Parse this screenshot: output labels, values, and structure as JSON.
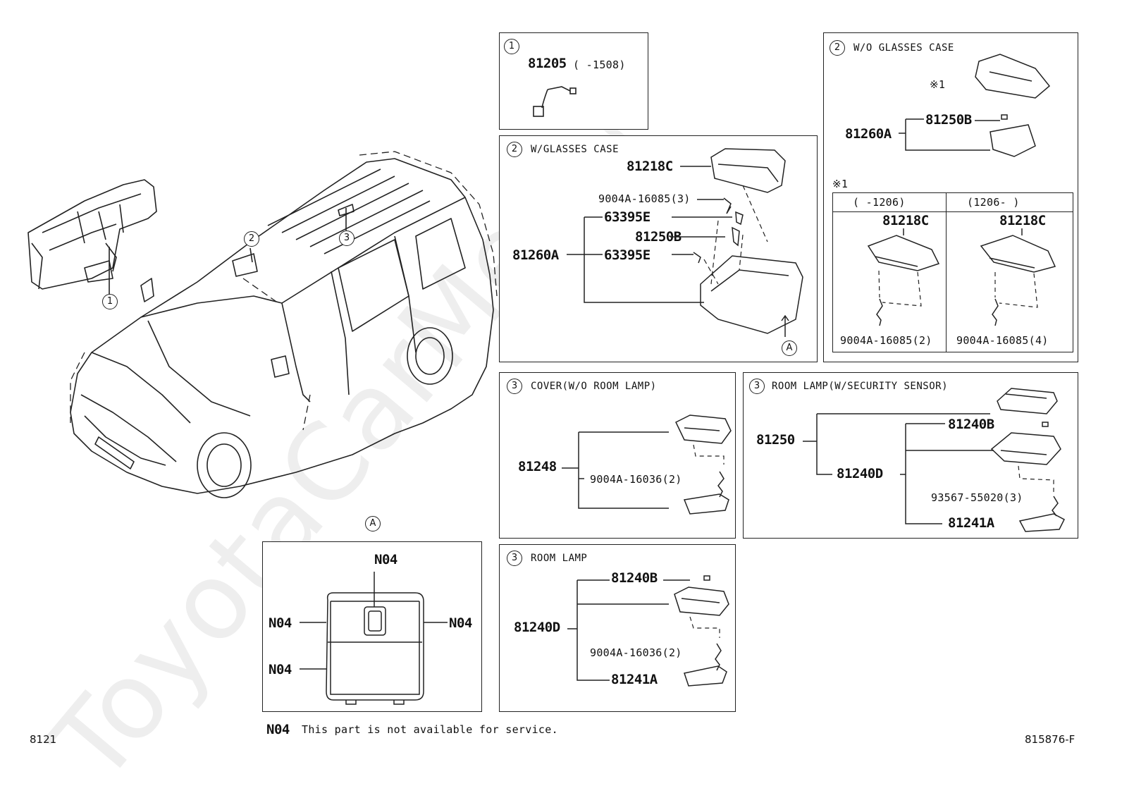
{
  "watermark": "ToyotaCarMe.ru",
  "sheet_code_left": "8121",
  "sheet_code_right": "815876-F",
  "callouts": {
    "c1": "1",
    "c2": "2",
    "c3": "3",
    "cA": "A"
  },
  "panel1": {
    "marker": "1",
    "part": "81205",
    "range": "( -1508)"
  },
  "panel2": {
    "marker": "2",
    "title": "W/GLASSES CASE",
    "assembly": "81260A",
    "parts": [
      "81218C",
      "9004A-16085(3)",
      "63395E",
      "81250B",
      "63395E"
    ],
    "view_marker": "A"
  },
  "panel3": {
    "marker": "2",
    "title": "W/O GLASSES CASE",
    "note_mark": "※1",
    "assembly": "81260A",
    "part": "81250B",
    "sub_note": "※1",
    "col_left_range": "( -1206)",
    "col_right_range": "(1206- )",
    "left_parts": [
      "81218C",
      "9004A-16085(2)"
    ],
    "right_parts": [
      "81218C",
      "9004A-16085(4)"
    ]
  },
  "panel4": {
    "marker": "3",
    "title": "COVER(W/O ROOM LAMP)",
    "assembly": "81248",
    "part": "9004A-16036(2)"
  },
  "panel5": {
    "marker": "3",
    "title": "ROOM LAMP(W/SECURITY SENSOR)",
    "assembly": "81250",
    "subassembly": "81240D",
    "parts": [
      "81240B",
      "93567-55020(3)",
      "81241A"
    ]
  },
  "panel6": {
    "marker": "3",
    "title": "ROOM LAMP",
    "assembly": "81240D",
    "parts": [
      "81240B",
      "9004A-16036(2)",
      "81241A"
    ]
  },
  "panelA": {
    "marker": "A",
    "labels": [
      "N04",
      "N04",
      "N04",
      "N04"
    ]
  },
  "footnote": {
    "code": "N04",
    "text": "This part is not available for service."
  }
}
